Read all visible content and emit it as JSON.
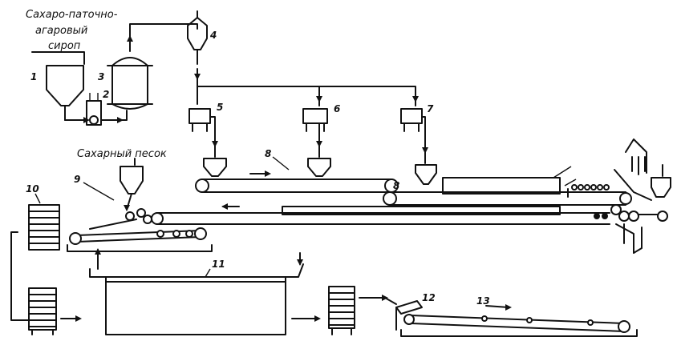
{
  "labels": {
    "syrup_line1": "Сахаро-паточно-",
    "syrup_line2": "агаровый",
    "syrup_line3": "сироп",
    "sugar": "Сахарный песок"
  },
  "numbers": {
    "n1": "1",
    "n2": "2",
    "n3": "3",
    "n4": "4",
    "n5": "5",
    "n6": "6",
    "n7": "7",
    "n8": "8",
    "n9": "9",
    "n10": "10",
    "n11": "11",
    "n12": "12",
    "n13": "13"
  }
}
